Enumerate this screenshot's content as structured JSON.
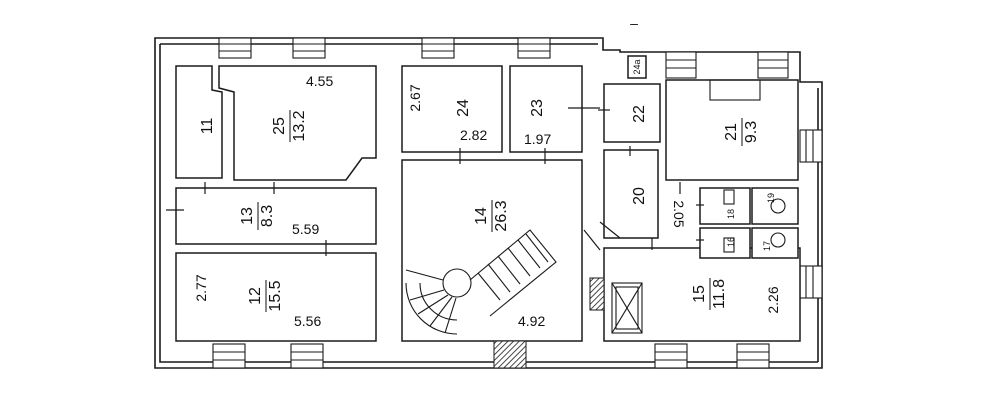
{
  "plan": {
    "rooms": [
      {
        "id": "11",
        "number": "11",
        "area": ""
      },
      {
        "id": "25",
        "number": "25",
        "area": "13.2"
      },
      {
        "id": "13",
        "number": "13",
        "area": "8.3"
      },
      {
        "id": "12",
        "number": "12",
        "area": "15.5"
      },
      {
        "id": "24",
        "number": "24",
        "area": ""
      },
      {
        "id": "23",
        "number": "23",
        "area": ""
      },
      {
        "id": "14",
        "number": "14",
        "area": "26.3"
      },
      {
        "id": "22",
        "number": "22",
        "area": ""
      },
      {
        "id": "21",
        "number": "21",
        "area": "9.3"
      },
      {
        "id": "20",
        "number": "20",
        "area": ""
      },
      {
        "id": "19",
        "number": "19",
        "area": ""
      },
      {
        "id": "18",
        "number": "18",
        "area": ""
      },
      {
        "id": "17",
        "number": "17",
        "area": ""
      },
      {
        "id": "16",
        "number": "16",
        "area": ""
      },
      {
        "id": "15",
        "number": "15",
        "area": "11.8"
      },
      {
        "id": "24a",
        "number": "24a",
        "area": ""
      }
    ],
    "dimensions": {
      "d_455": "4.55",
      "d_559": "5.59",
      "d_277": "2.77",
      "d_556": "5.56",
      "d_267": "2.67",
      "d_282": "2.82",
      "d_197": "1.97",
      "d_492": "4.92",
      "d_205": "2.05",
      "d_226": "2.26"
    },
    "north_mark": "–"
  }
}
